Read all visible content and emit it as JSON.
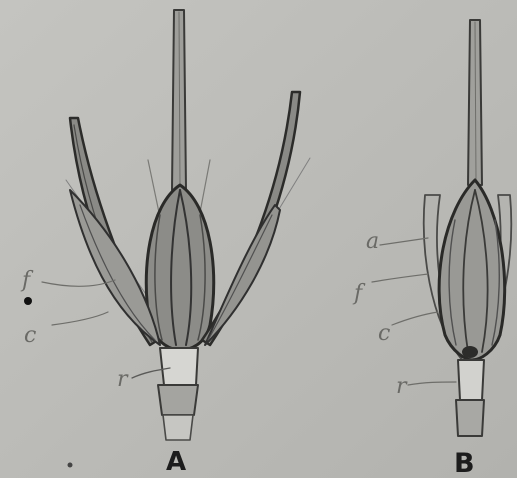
{
  "figure": {
    "panel_a": {
      "label": "A",
      "annotations": [
        "f",
        "c",
        "r"
      ]
    },
    "panel_b": {
      "label": "B",
      "annotations": [
        "a",
        "f",
        "c",
        "r"
      ]
    }
  }
}
